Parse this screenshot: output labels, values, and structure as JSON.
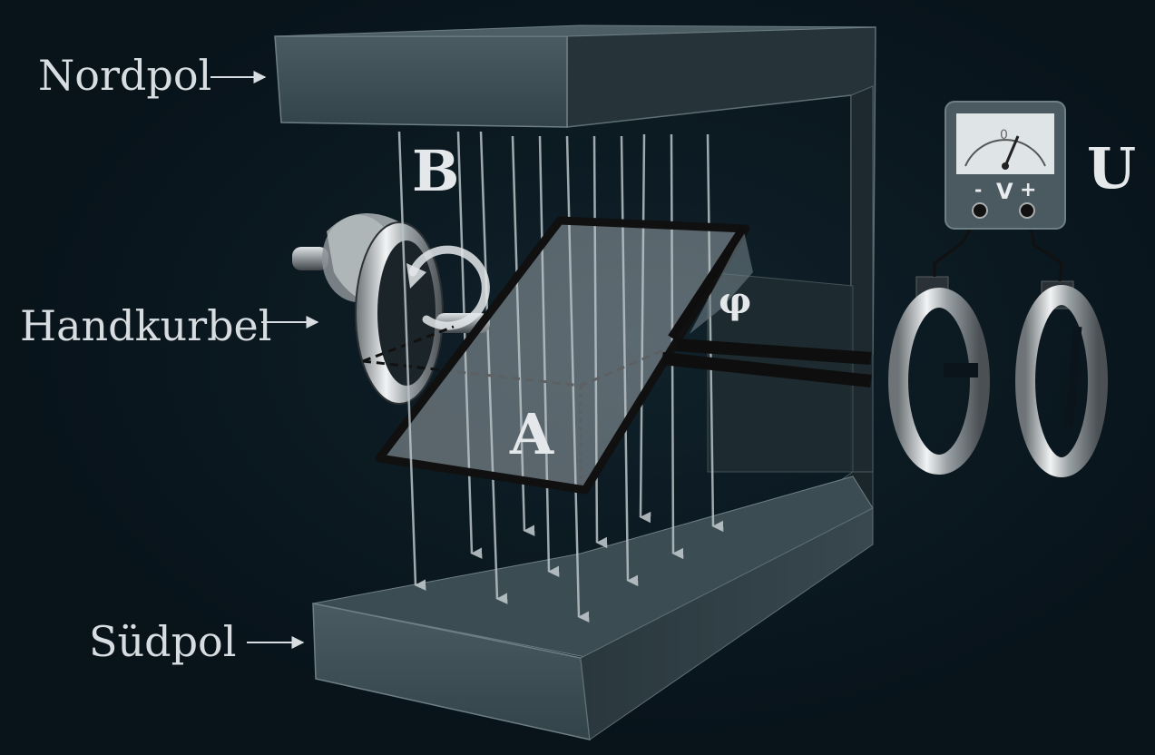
{
  "labels": {
    "north_pole": "Nordpol",
    "south_pole": "Südpol",
    "hand_crank": "Handkurbel"
  },
  "symbols": {
    "field": "B",
    "area": "A",
    "angle": "φ",
    "voltage": "U"
  },
  "meter": {
    "scale_zero": "0",
    "minus": "-",
    "unit": "V",
    "plus": "+"
  },
  "colors": {
    "background": "#0a141a",
    "magnet": "#3a4b52",
    "field_lines": "#b9c3c7",
    "text": "#d7dde0"
  },
  "icons": {
    "rotation": "rotation-arrow-icon",
    "pointer_arrow": "right-arrow-icon"
  }
}
